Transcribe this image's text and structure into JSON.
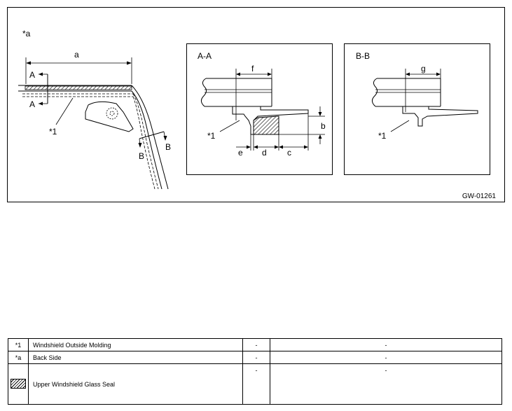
{
  "diagram": {
    "corner_label": "*a",
    "figure_code": "GW-01261",
    "main_view": {
      "dim_a": "a",
      "section_a_top": "A",
      "section_a_bottom": "A",
      "section_b_left": "B",
      "section_b_right": "B",
      "callout": "*1"
    },
    "panel_aa": {
      "title": "A-A",
      "dim_f": "f",
      "dim_b": "b",
      "dim_e": "e",
      "dim_d": "d",
      "dim_c": "c",
      "callout": "*1"
    },
    "panel_bb": {
      "title": "B-B",
      "dim_g": "g",
      "callout": "*1"
    }
  },
  "legend": {
    "rows": [
      {
        "key": "*1",
        "desc": "Windshield Outside Molding",
        "c3": "-",
        "c4": "-"
      },
      {
        "key": "*a",
        "desc": "Back Side",
        "c3": "-",
        "c4": "-"
      },
      {
        "key": "",
        "desc": "Upper Windshield Glass Seal",
        "c3": "-",
        "c4": "-"
      }
    ]
  }
}
